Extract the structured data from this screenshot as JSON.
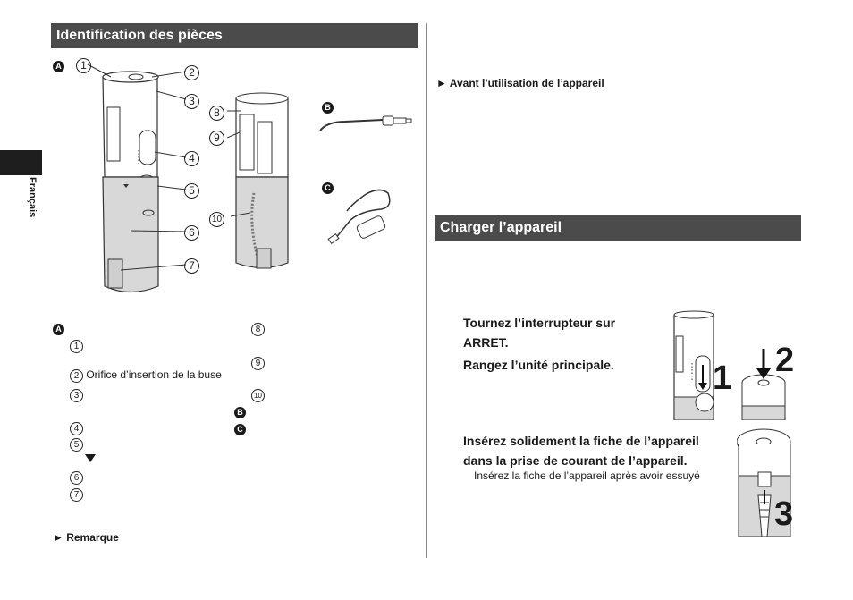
{
  "side_tab": {
    "language": "Français"
  },
  "left": {
    "section_title": "Identification des pièces",
    "figure_badges": {
      "a": "A",
      "b": "B",
      "c": "C"
    },
    "callouts": [
      "1",
      "2",
      "3",
      "4",
      "5",
      "6",
      "7",
      "8",
      "9",
      "10"
    ],
    "parts_list": {
      "badge_a": "A",
      "n1": "1",
      "n2": "2",
      "n2_text": "Orifice d’insertion de la buse",
      "n3": "3",
      "n4": "4",
      "n5": "5",
      "n6": "6",
      "n7": "7",
      "n8": "8",
      "n9": "9",
      "n10": "10",
      "badge_b": "B",
      "badge_c": "C"
    },
    "remark": "► Remarque"
  },
  "right": {
    "before_use": "► Avant l’utilisation de l’appareil",
    "section_title": "Charger l’appareil",
    "step1_line1": "Tournez l’interrupteur sur",
    "step1_line2": "ARRET.",
    "step2": "Rangez l’unité principale.",
    "step3_line1": "Insérez solidement la fiche de l’appareil",
    "step3_line2": "dans la prise de courant de l’appareil.",
    "step3_sub": "Insérez la fiche de l’appareil après avoir essuyé",
    "fig_numbers": {
      "one": "1",
      "two": "2",
      "three": "3"
    }
  }
}
